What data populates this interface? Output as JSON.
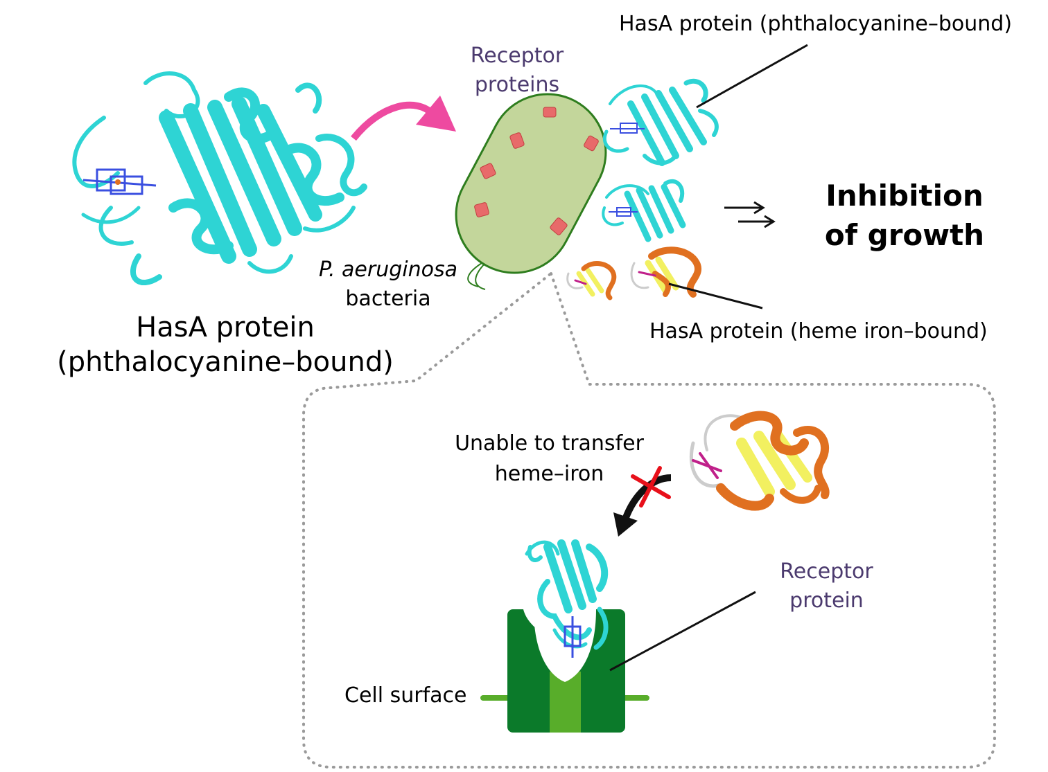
{
  "labels": {
    "hasa_main_line1": "HasA protein",
    "hasa_main_line2": "(phthalocyanine–bound)",
    "receptor_proteins_line1": "Receptor",
    "receptor_proteins_line2": "proteins",
    "bacteria_line1": "P. aeruginosa",
    "bacteria_line2": "bacteria",
    "hasa_phthalocyanine_callout": "HasA protein (phthalocyanine–bound)",
    "hasa_heme_callout": "HasA protein (heme iron–bound)",
    "inhibition_line1": "Inhibition",
    "inhibition_line2": "of growth",
    "unable_line1": "Unable to transfer",
    "unable_line2": "heme–iron",
    "receptor_protein_line1": "Receptor",
    "receptor_protein_line2": "protein",
    "cell_surface": "Cell surface"
  },
  "colors": {
    "phthalocyanine_protein": "#2ed4d4",
    "heme_protein_helix": "#e07020",
    "heme_protein_sheet": "#f2f060",
    "pink_arrow": "#ee4aa0",
    "bacterium_fill": "#c3d69b",
    "bacterium_outline": "#2e7d1e",
    "receptor_nub": "#e86a6a",
    "receptor_dark": "#0b7a2a",
    "receptor_channel": "#58ad2a",
    "block_x": "#e8101a",
    "receptor_text": "#4b3a6e"
  }
}
